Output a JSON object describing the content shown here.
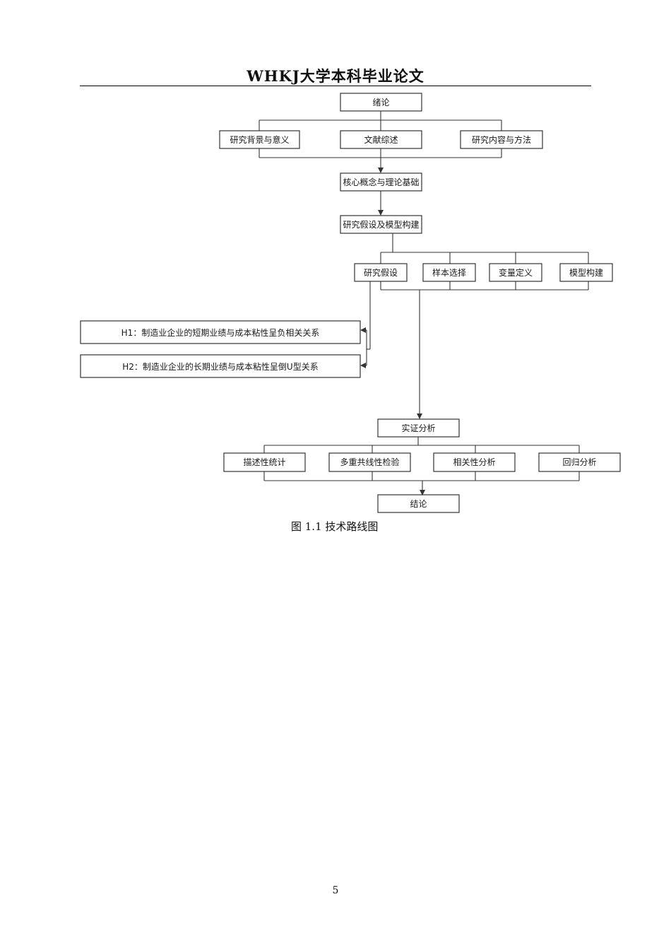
{
  "header": {
    "title": "WHKJ大学本科毕业论文"
  },
  "flowchart": {
    "intro": "绪论",
    "background": "研究背景与意义",
    "literature": "文献综述",
    "content_method": "研究内容与方法",
    "core_concepts": "核心概念与理论基础",
    "hypothesis_model": "研究假设及模型构建",
    "hypothesis": "研究假设",
    "sample": "样本选择",
    "variables": "变量定义",
    "model": "模型构建",
    "h1": "H1：制造业企业的短期业绩与成本粘性呈负相关关系",
    "h2": "H2：制造业企业的长期业绩与成本粘性呈倒U型关系",
    "empirical": "实证分析",
    "descriptive": "描述性统计",
    "multicollinearity": "多重共线性检验",
    "correlation": "相关性分析",
    "regression": "回归分析",
    "conclusion": "结论"
  },
  "caption": "图 1.1 技术路线图",
  "page_number": "5"
}
